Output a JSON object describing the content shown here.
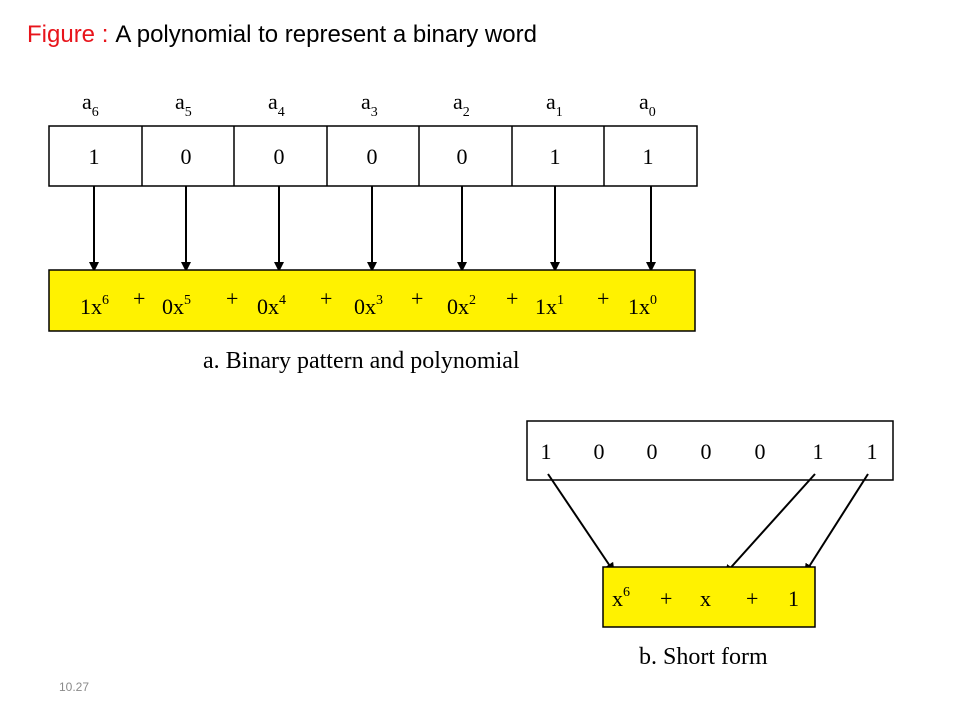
{
  "title": {
    "lead": "Figure :",
    "text": "A polynomial to represent a binary word"
  },
  "slide_number": "10.27",
  "colors": {
    "title_lead": "#e8141b",
    "highlight": "#fff200",
    "stroke": "#000000",
    "slide_number": "#8a8a8a"
  },
  "part_a": {
    "caption": "a. Binary pattern and polynomial",
    "positions": [
      {
        "label": "a",
        "sub": "6"
      },
      {
        "label": "a",
        "sub": "5"
      },
      {
        "label": "a",
        "sub": "4"
      },
      {
        "label": "a",
        "sub": "3"
      },
      {
        "label": "a",
        "sub": "2"
      },
      {
        "label": "a",
        "sub": "1"
      },
      {
        "label": "a",
        "sub": "0"
      }
    ],
    "bits": [
      "1",
      "0",
      "0",
      "0",
      "0",
      "1",
      "1"
    ],
    "terms": [
      {
        "coef": "1x",
        "exp": "6"
      },
      {
        "coef": "0x",
        "exp": "5"
      },
      {
        "coef": "0x",
        "exp": "4"
      },
      {
        "coef": "0x",
        "exp": "3"
      },
      {
        "coef": "0x",
        "exp": "2"
      },
      {
        "coef": "1x",
        "exp": "1"
      },
      {
        "coef": "1x",
        "exp": "0"
      }
    ],
    "operator": "+"
  },
  "part_b": {
    "caption": "b. Short form",
    "bits": [
      "1",
      "0",
      "0",
      "0",
      "0",
      "1",
      "1"
    ],
    "terms": [
      {
        "text": "x",
        "exp": "6"
      },
      {
        "text": "+",
        "exp": ""
      },
      {
        "text": "x",
        "exp": ""
      },
      {
        "text": "+",
        "exp": ""
      },
      {
        "text": "1",
        "exp": ""
      }
    ]
  }
}
